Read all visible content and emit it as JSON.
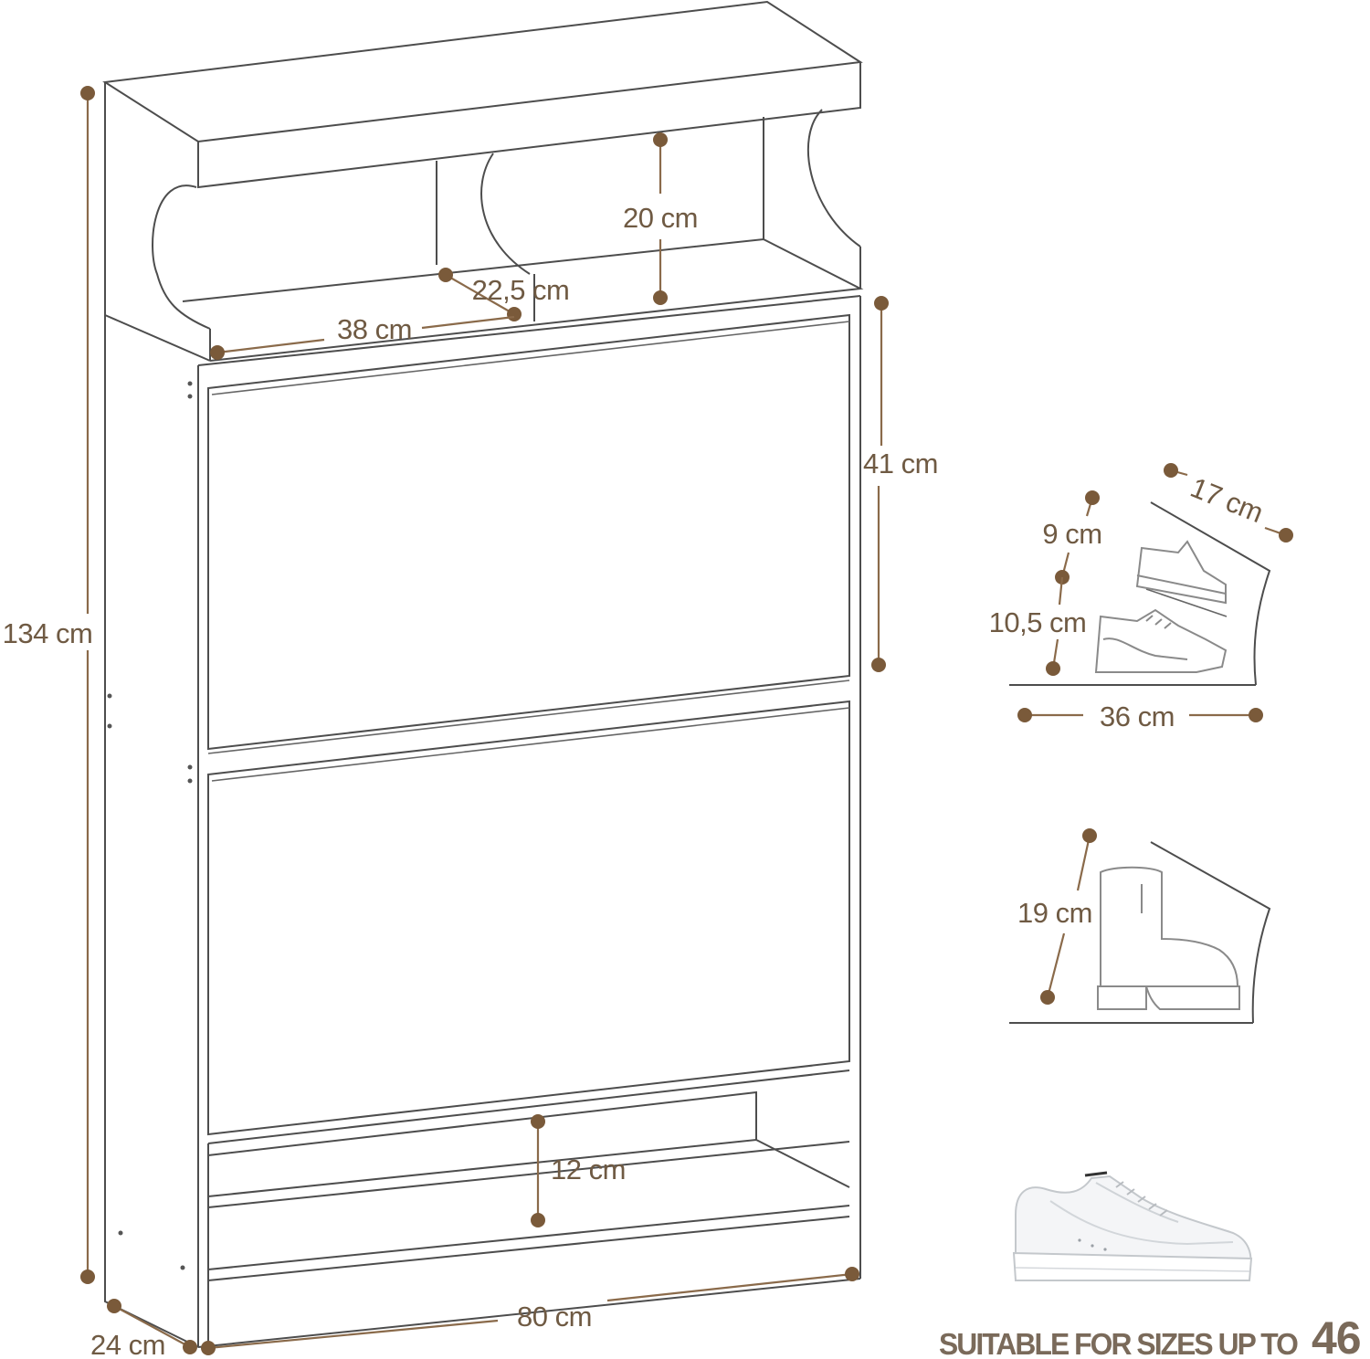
{
  "colors": {
    "dimension": "#6f5a43",
    "dot": "#7a5a3a",
    "outline": "#4d4d4d",
    "shoe_outline": "#8a8a8a",
    "suitable_text": "#7a6a5a"
  },
  "dimensions": {
    "height_total": "134 cm",
    "width_total": "80 cm",
    "depth_total": "24 cm",
    "top_compartment_height": "20 cm",
    "top_compartment_depth": "22,5 cm",
    "top_compartment_width": "38 cm",
    "flap_height": "41 cm",
    "bottom_shelf_height": "12 cm"
  },
  "shoe_compartment_diagram": {
    "compartment_depth": "17 cm",
    "upper_shoe_height": "9 cm",
    "lower_shoe_height": "10,5 cm",
    "compartment_width": "36 cm",
    "shoe_icons": [
      "sneaker-icon",
      "running-shoe-icon"
    ]
  },
  "boot_diagram": {
    "boot_height": "19 cm",
    "icon": "boot-icon"
  },
  "size_note": {
    "label": "SUITABLE FOR SIZES UP TO",
    "size": "46",
    "icon": "white-sneaker-photo"
  }
}
